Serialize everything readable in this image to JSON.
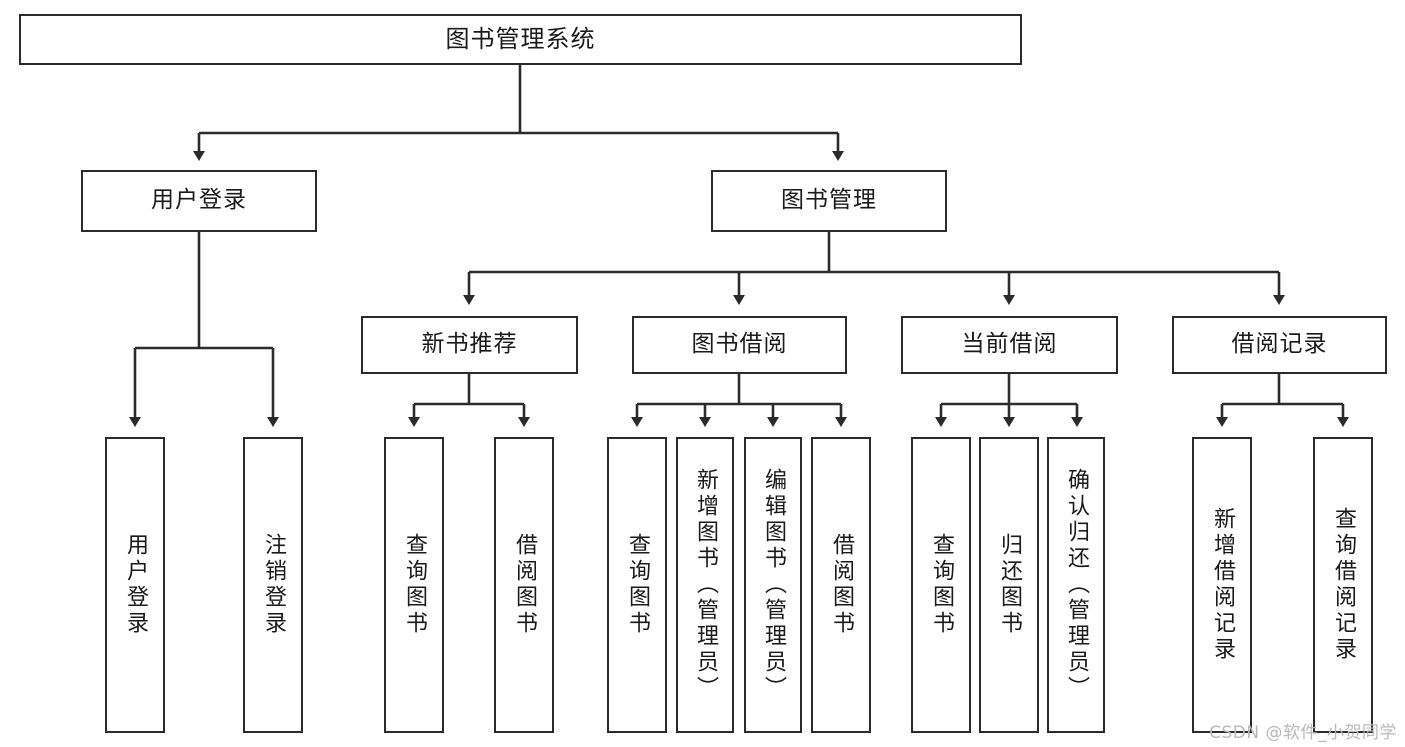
{
  "diagram": {
    "type": "tree",
    "title": "图书管理系统",
    "watermark": "CSDN @软件_小贺同学",
    "colors": {
      "background": "#ffffff",
      "box_border": "#2b2b2b",
      "box_fill": "#ffffff",
      "text": "#1a1a1a",
      "connector": "#2b2b2b",
      "watermark": "#b9b9b9"
    },
    "nodes": {
      "root": {
        "label": "图书管理系统"
      },
      "level2": [
        {
          "label": "用户登录"
        },
        {
          "label": "图书管理"
        }
      ],
      "level3": [
        {
          "label": "新书推荐"
        },
        {
          "label": "图书借阅"
        },
        {
          "label": "当前借阅"
        },
        {
          "label": "借阅记录"
        }
      ],
      "leaves": {
        "user_login": [
          {
            "label": "用户登录"
          },
          {
            "label": "注销登录"
          }
        ],
        "new_book_recommend": [
          {
            "label": "查询图书"
          },
          {
            "label": "借阅图书"
          }
        ],
        "book_borrow": [
          {
            "label": "查询图书"
          },
          {
            "label": "新增图书（管理员）"
          },
          {
            "label": "编辑图书（管理员）"
          },
          {
            "label": "借阅图书"
          }
        ],
        "current_borrow": [
          {
            "label": "查询图书"
          },
          {
            "label": "归还图书"
          },
          {
            "label": "确认归还（管理员）"
          }
        ],
        "borrow_record": [
          {
            "label": "新增借阅记录"
          },
          {
            "label": "查询借阅记录"
          }
        ]
      }
    }
  }
}
